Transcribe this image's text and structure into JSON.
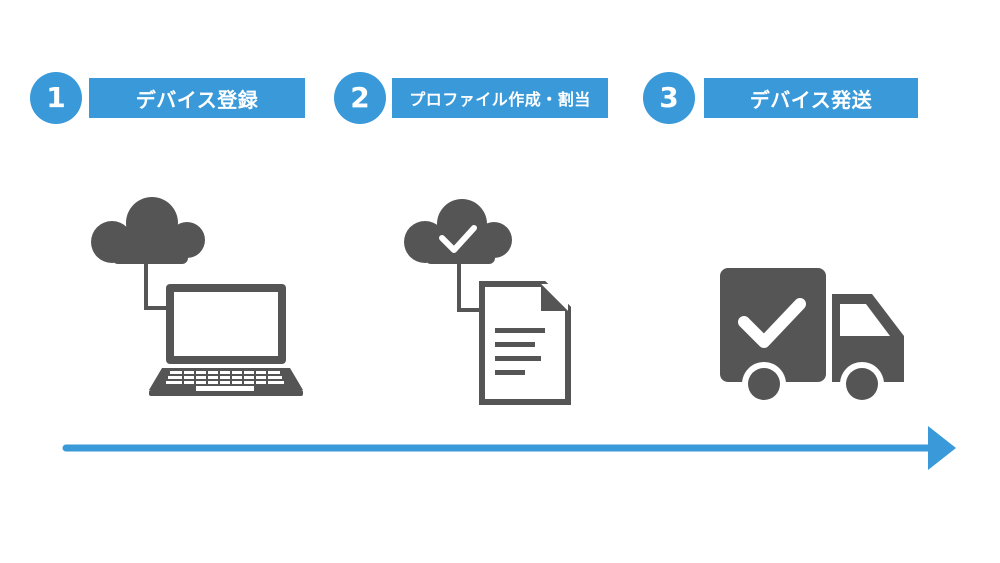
{
  "steps": [
    {
      "number": "1",
      "label": "デバイス登録"
    },
    {
      "number": "2",
      "label": "プロファイル作成・割当"
    },
    {
      "number": "3",
      "label": "デバイス発送"
    }
  ],
  "colors": {
    "accent": "#3a9ad9",
    "icon": "#555555",
    "text_on_accent": "#ffffff"
  },
  "icons": {
    "step1": "cloud-laptop-icon",
    "step2": "cloud-check-document-icon",
    "step3": "truck-check-icon"
  }
}
